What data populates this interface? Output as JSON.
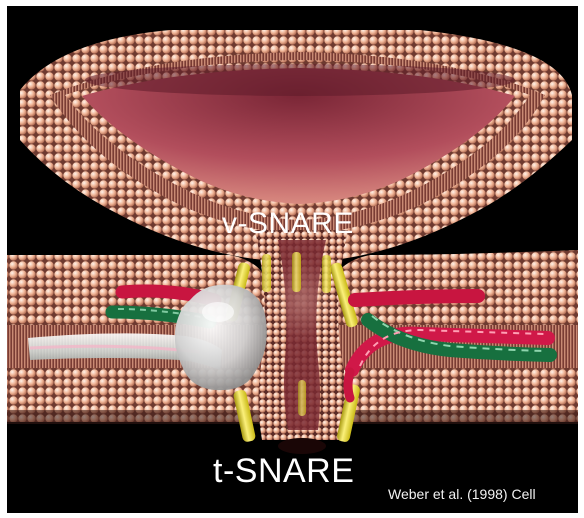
{
  "labels": {
    "v_snare": "v-SNARE",
    "t_snare": "t-SNARE",
    "credit": "Weber et al. (1998) Cell"
  },
  "colors": {
    "background": "#000000",
    "frame": "#ffffff",
    "lipid_head": "#f0b496",
    "lipid_tail": "#c47a66",
    "vesicle_interior": "#b04a58",
    "snare_red": "#d4184a",
    "snare_green": "#1b7a48",
    "transmembrane_yellow": "#f2e11c",
    "complex_gray": "#d8d8d8"
  }
}
